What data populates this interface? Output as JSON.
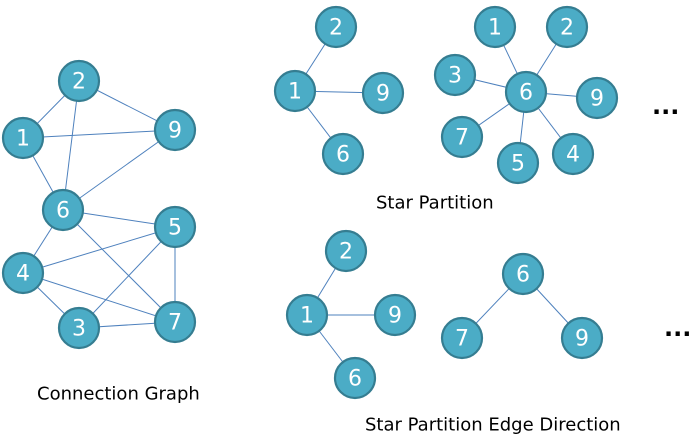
{
  "captions": {
    "connection_graph": "Connection Graph",
    "star_partition": "Star Partition",
    "star_partition_edge_direction": "Star Partition Edge Direction"
  },
  "ellipsis": "...",
  "colors": {
    "node_fill": "#4bacc6",
    "node_stroke": "#357d91",
    "edge": "#4e81bd",
    "label": "#ffffff"
  },
  "graphs": [
    {
      "id": "connection-graph",
      "nodes": [
        "2",
        "1",
        "9",
        "6",
        "5",
        "4",
        "3",
        "7"
      ],
      "edges": [
        [
          "1",
          "2"
        ],
        [
          "1",
          "9"
        ],
        [
          "1",
          "6"
        ],
        [
          "2",
          "9"
        ],
        [
          "2",
          "6"
        ],
        [
          "6",
          "9"
        ],
        [
          "6",
          "5"
        ],
        [
          "6",
          "4"
        ],
        [
          "6",
          "7"
        ],
        [
          "4",
          "5"
        ],
        [
          "4",
          "3"
        ],
        [
          "4",
          "7"
        ],
        [
          "3",
          "5"
        ],
        [
          "3",
          "7"
        ],
        [
          "5",
          "7"
        ]
      ]
    },
    {
      "id": "star-partition-1",
      "nodes": [
        "2",
        "1",
        "9",
        "6"
      ],
      "edges": [
        [
          "1",
          "2"
        ],
        [
          "1",
          "9"
        ],
        [
          "1",
          "6"
        ]
      ]
    },
    {
      "id": "star-partition-6",
      "nodes": [
        "1",
        "2",
        "3",
        "6",
        "9",
        "7",
        "4",
        "5"
      ],
      "edges": [
        [
          "6",
          "1"
        ],
        [
          "6",
          "2"
        ],
        [
          "6",
          "3"
        ],
        [
          "6",
          "9"
        ],
        [
          "6",
          "7"
        ],
        [
          "6",
          "4"
        ],
        [
          "6",
          "5"
        ]
      ]
    },
    {
      "id": "edge-direction-1",
      "nodes": [
        "2",
        "1",
        "9",
        "6"
      ],
      "edges": [
        [
          "1",
          "2"
        ],
        [
          "1",
          "9"
        ],
        [
          "1",
          "6"
        ]
      ]
    },
    {
      "id": "edge-direction-6",
      "nodes": [
        "6",
        "7",
        "9"
      ],
      "edges": [
        [
          "6",
          "7"
        ],
        [
          "6",
          "9"
        ]
      ]
    }
  ]
}
